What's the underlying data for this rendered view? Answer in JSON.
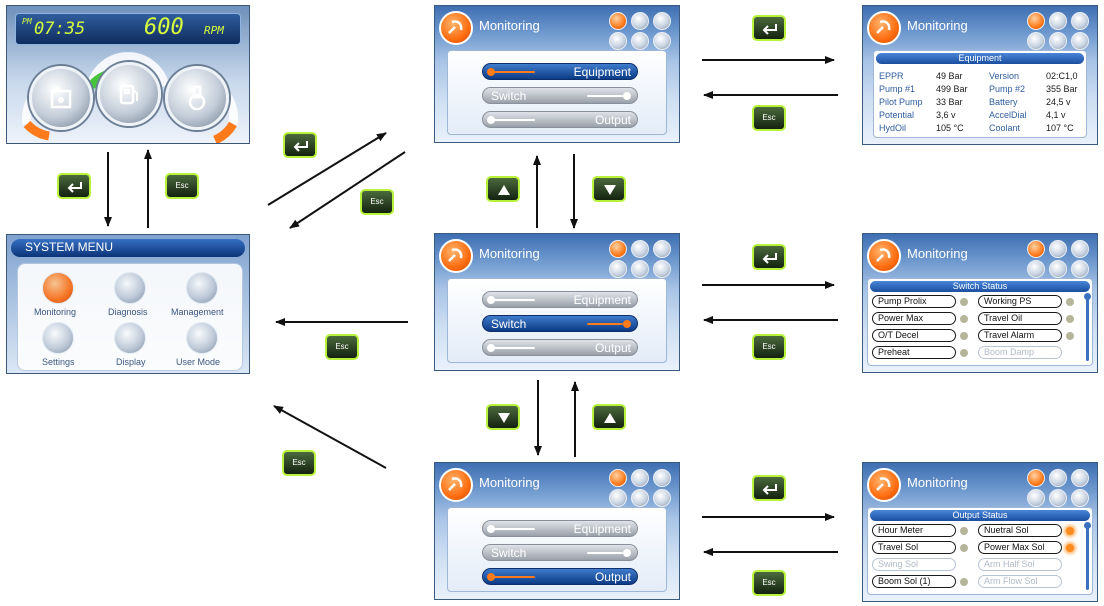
{
  "dashboard": {
    "pm": "PM",
    "time": "07:35",
    "rpm_value": "600",
    "rpm_unit": "RPM"
  },
  "system_menu": {
    "title": "SYSTEM MENU",
    "items": [
      {
        "label": "Monitoring"
      },
      {
        "label": "Diagnosis"
      },
      {
        "label": "Management"
      },
      {
        "label": "Settings"
      },
      {
        "label": "Display"
      },
      {
        "label": "User Mode"
      }
    ]
  },
  "monitoring": {
    "title": "Monitoring",
    "menu": [
      "Equipment",
      "Switch",
      "Output"
    ]
  },
  "keys": {
    "esc": "Esc"
  },
  "equipment": {
    "header": "Equipment",
    "left": [
      {
        "k": "EPPR",
        "v": "49 Bar"
      },
      {
        "k": "Pump #1",
        "v": "499 Bar"
      },
      {
        "k": "Pilot Pump",
        "v": "33 Bar"
      },
      {
        "k": "Potential",
        "v": "3,6 v"
      },
      {
        "k": "HydOil",
        "v": "105 °C"
      }
    ],
    "right": [
      {
        "k": "Version",
        "v": "02:C1,0"
      },
      {
        "k": "Pump #2",
        "v": "355 Bar"
      },
      {
        "k": "Battery",
        "v": "24,5 v"
      },
      {
        "k": "AccelDial",
        "v": "4,1 v"
      },
      {
        "k": "Coolant",
        "v": "107 °C"
      }
    ]
  },
  "switch_status": {
    "header": "Switch Status",
    "left": [
      "Pump Prolix",
      "Power Max",
      "O/T Decel",
      "Preheat"
    ],
    "right": [
      "Working PS",
      "Travel Oil",
      "Travel Alarm",
      "Boom Damp"
    ]
  },
  "output_status": {
    "header": "Output Status",
    "left": [
      "Hour Meter",
      "Travel Sol",
      "Swing Sol",
      "Boom Sol (1)"
    ],
    "right": [
      "Nuetral Sol",
      "Power Max Sol",
      "Arm Half Sol",
      "Arm Flow Sol"
    ]
  },
  "colors": {
    "accent": "#ff6d10",
    "select": "#0c3b86",
    "key_border": "#b9f23a"
  }
}
